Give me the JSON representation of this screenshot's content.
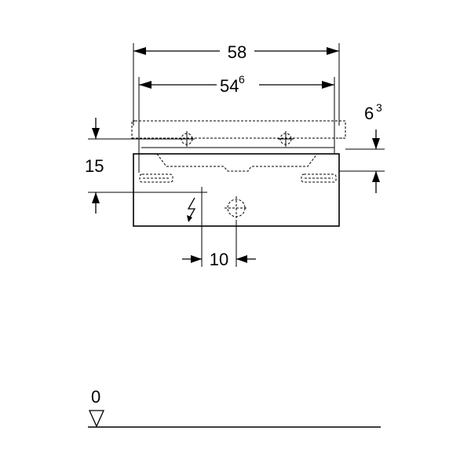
{
  "dimensions": {
    "overall_width": "58",
    "inner_width_main": "54",
    "inner_width_sup": "6",
    "height": "15",
    "top_offset_main": "6",
    "top_offset_sup": "3",
    "drain_offset": "10"
  },
  "floor": {
    "level": "0"
  }
}
